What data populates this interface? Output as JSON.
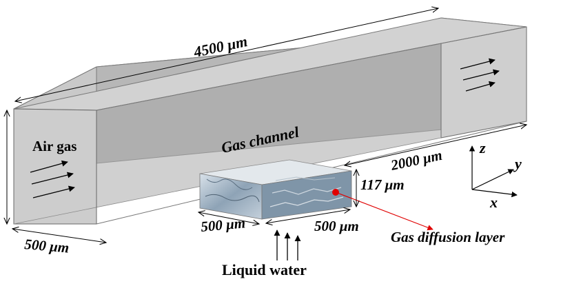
{
  "labels": {
    "length": "4500 μm",
    "gas_channel": "Gas channel",
    "air_gas": "Air gas",
    "width": "500 μm",
    "gdl_length": "2000 μm",
    "gdl_height": "117 μm",
    "gdl_width_x": "500 μm",
    "gdl_width_y": "500 μm",
    "gdl": "Gas diffusion layer",
    "liquid_water": "Liquid water"
  },
  "axes": {
    "z": "z",
    "y": "y",
    "x": "x"
  },
  "colors": {
    "channel_front": "#c8c8c8",
    "channel_back": "#a9a9a9",
    "channel_edge": "#6e6e6e",
    "gdl_base": "#9fb3c4",
    "pointer": "#e00000"
  }
}
